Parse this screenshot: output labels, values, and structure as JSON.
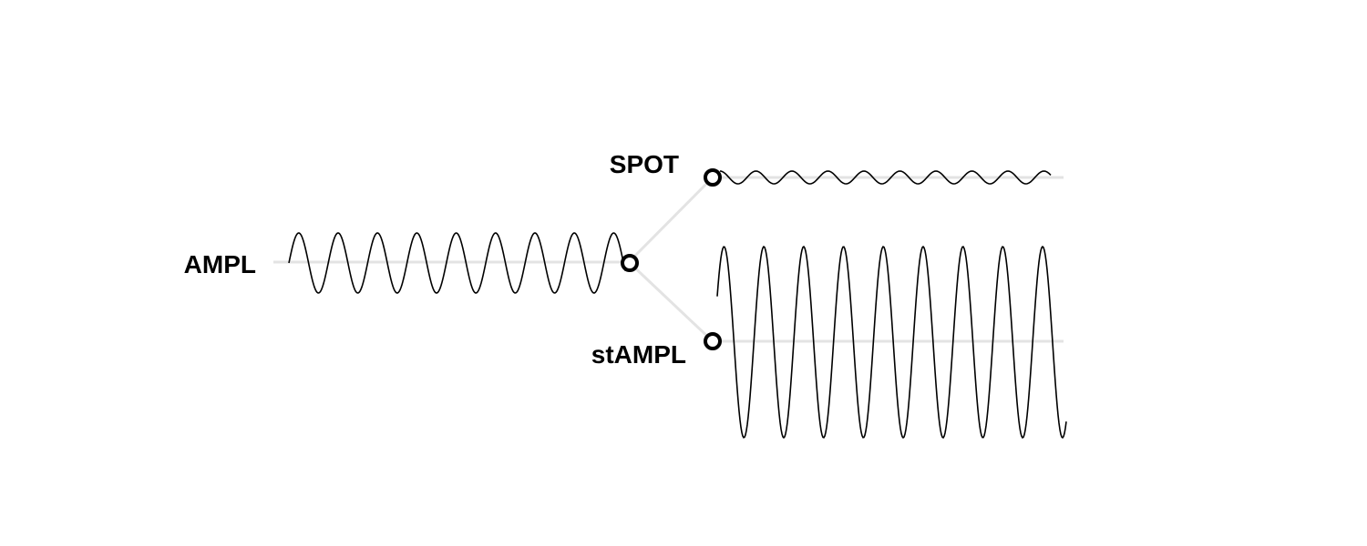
{
  "labels": {
    "input": "AMPL",
    "upper_output": "SPOT",
    "lower_output": "stAMPL"
  },
  "colors": {
    "wave": "#000000",
    "axis": "#e3e3e3",
    "background": "#ffffff"
  }
}
